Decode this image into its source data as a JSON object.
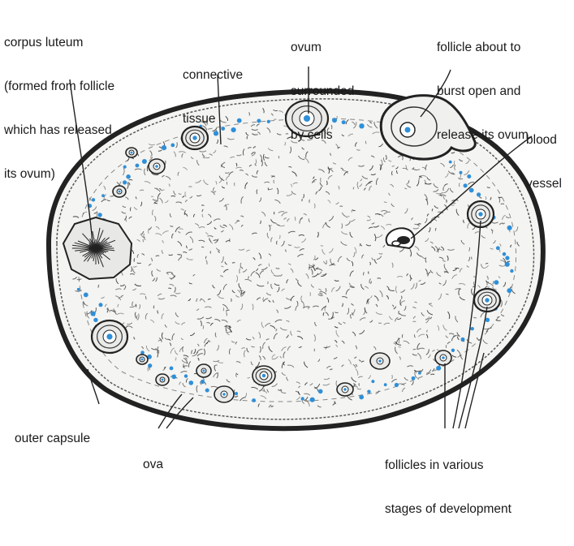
{
  "colors": {
    "ink": "#1a1a1a",
    "tissue_fill": "#f3f3f1",
    "capsule": "#2a2a2a",
    "blue_cells": "#2f8fd8"
  },
  "labels": {
    "corpus_luteum": [
      "corpus luteum",
      "(formed from follicle",
      "which has released",
      "its ovum)"
    ],
    "connective_tissue": [
      "connective",
      "tissue"
    ],
    "ovum_surrounded": [
      "ovum",
      "surrounded",
      "by cells"
    ],
    "follicle_burst": [
      "follicle about to",
      "burst open and",
      "release its ovum"
    ],
    "blood_vessel": [
      "blood",
      "vessel"
    ],
    "outer_capsule": [
      "outer capsule"
    ],
    "ova": [
      "ova"
    ],
    "follicles_various": [
      "follicles in various",
      "stages of development"
    ]
  }
}
